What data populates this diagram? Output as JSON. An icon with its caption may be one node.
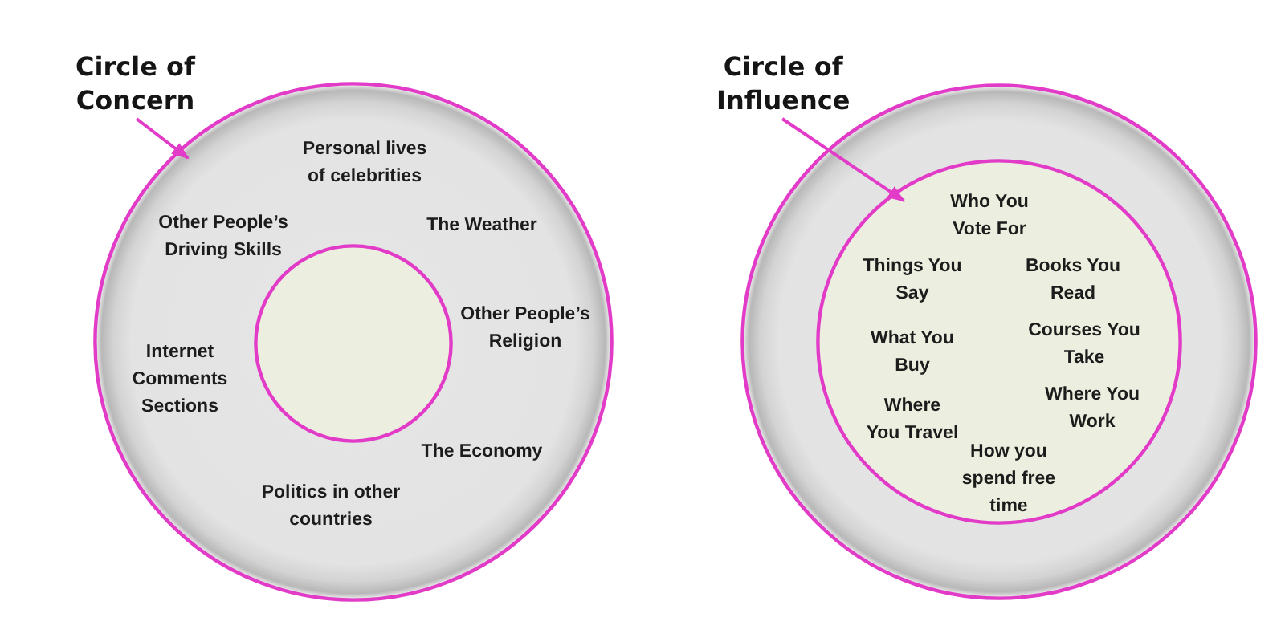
{
  "diagram": {
    "nodes": [
      {
        "text": [
          "Circle of Concern"
        ]
      },
      {
        "text": [
          "Personal lives of celebrities",
          "Other People’s Driving Skills",
          "The Weather",
          "Other People’s Religion",
          "Internet Comments Sections",
          "The Economy",
          "Politics in other countries"
        ]
      },
      {
        "text": [],
        "shape": "circle",
        "in": 1
      },
      {
        "text": [
          "Circle of Influence"
        ]
      },
      {
        "text": [],
        "shape": "circle"
      },
      {
        "text": [
          "Who You Vote For",
          "Things You Say",
          "Books You Read",
          "What You Buy",
          "Courses You Take",
          "Where You Travel",
          "Where You Work",
          "How you spend free time"
        ],
        "in": 4
      }
    ],
    "edges": [
      {
        "from": 0,
        "to": 1,
        "arrow": "to"
      },
      {
        "from": 3,
        "to": 5,
        "arrow": "to"
      }
    ]
  }
}
